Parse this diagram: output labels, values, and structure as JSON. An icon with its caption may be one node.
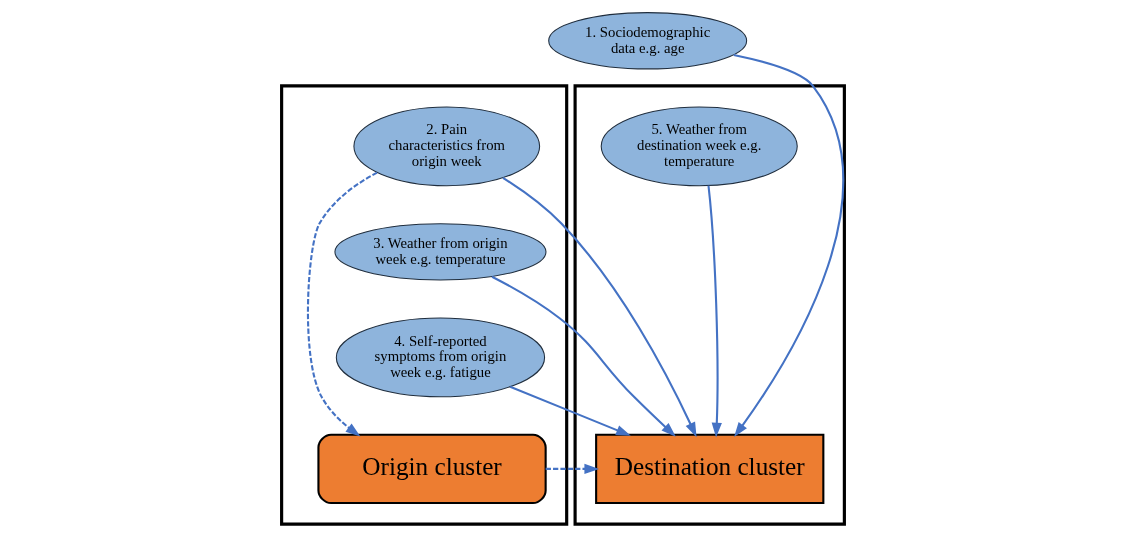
{
  "diagram": {
    "nodes": [
      {
        "text": [
          "1. Sociodemographic data e.g. age"
        ]
      },
      {
        "text": [],
        "shape": "box"
      },
      {
        "text": [
          "2. Pain characteristics from origin week"
        ],
        "in": 1
      },
      {
        "text": [
          "3. Weather from origin week e.g. temperature"
        ],
        "in": 1
      },
      {
        "text": [
          "4. Self-reported symptoms from origin week e.g. fatigue"
        ],
        "in": 1
      },
      {
        "text": [
          "Origin cluster"
        ],
        "in": 1
      },
      {
        "text": [],
        "shape": "box"
      },
      {
        "text": [
          "5. Weather from destination week e.g. temperature"
        ],
        "in": 6
      },
      {
        "text": [
          "Destination cluster"
        ],
        "in": 6
      }
    ],
    "edges": [
      {
        "from": 0,
        "to": 8,
        "arrow": "to"
      },
      {
        "from": 2,
        "to": 8,
        "arrow": "to"
      },
      {
        "from": 3,
        "to": 8,
        "arrow": "to"
      },
      {
        "from": 4,
        "to": 8,
        "arrow": "to"
      },
      {
        "from": 7,
        "to": 8,
        "arrow": "to"
      },
      {
        "from": 2,
        "to": 5,
        "arrow": "to",
        "style": "dashed"
      },
      {
        "from": 5,
        "to": 8,
        "arrow": "to",
        "style": "dashed"
      }
    ]
  }
}
